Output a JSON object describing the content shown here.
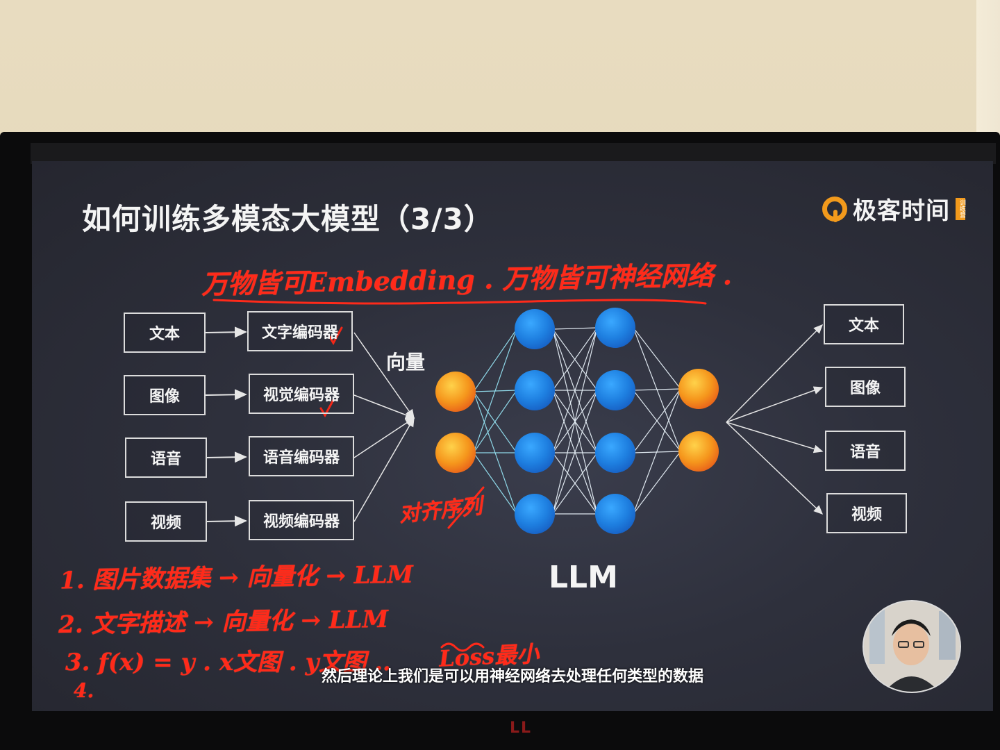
{
  "slide": {
    "title": "如何训练多模态大模型（3/3）",
    "logo_text": "极客时间",
    "logo_tag": "训练营",
    "inputs": [
      "文本",
      "图像",
      "语音",
      "视频"
    ],
    "encoders": [
      "文字编码器",
      "视觉编码器",
      "语音编码器",
      "视频编码器"
    ],
    "vector_label": "向量",
    "llm_label": "LLM",
    "outputs": [
      "文本",
      "图像",
      "语音",
      "视频"
    ],
    "subtitle": "然后理论上我们是可以用神经网络去处理任何类型的数据"
  },
  "handwriting": {
    "top_line": "万物皆可Embedding . 万物皆可神经网络 .",
    "alignment_note": "对齐序列",
    "line1": "1. 图片数据集 → 向量化 → LLM",
    "line2": "2. 文字描述 → 向量化 → LLM",
    "line3": "3. f(x) = y . x文图 . y文图 ..",
    "loss_note": "Loss最小",
    "line4": "4."
  },
  "monitor": {
    "brand": "LL"
  },
  "colors": {
    "orange_node": "#f59a1c",
    "blue_node": "#1e88e8",
    "ink_red": "#ff2a1a",
    "logo_orange": "#f29a1c"
  }
}
